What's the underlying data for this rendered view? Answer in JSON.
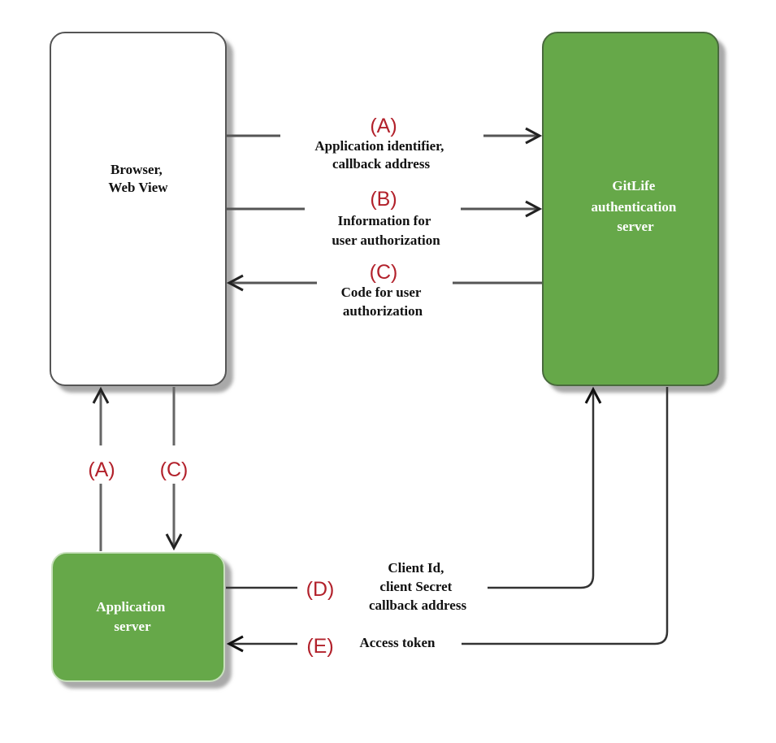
{
  "colors": {
    "green": "#66a84a",
    "green_border": "#4a6b3c",
    "white_box_border": "#555555",
    "arrow": "#333333",
    "step_label": "#b2212b"
  },
  "nodes": {
    "browser": {
      "lines": [
        "Browser,",
        "Web View"
      ]
    },
    "auth_server": {
      "lines": [
        "GitLife",
        "authentication",
        "server"
      ]
    },
    "app_server": {
      "lines": [
        "Application",
        "server"
      ]
    }
  },
  "edges": {
    "a_top": {
      "step": "(A)",
      "lines": [
        "Application identifier,",
        "callback address"
      ]
    },
    "b_top": {
      "step": "(B)",
      "lines": [
        "Information for",
        "user authorization"
      ]
    },
    "c_top": {
      "step": "(C)",
      "lines": [
        "Code for user",
        "authorization"
      ]
    },
    "a_left": {
      "step": "(A)"
    },
    "c_left": {
      "step": "(C)"
    },
    "d": {
      "step": "(D)",
      "lines": [
        "Client Id,",
        "client Secret",
        "callback address"
      ]
    },
    "e": {
      "step": "(E)",
      "lines": [
        "Access token"
      ]
    }
  }
}
